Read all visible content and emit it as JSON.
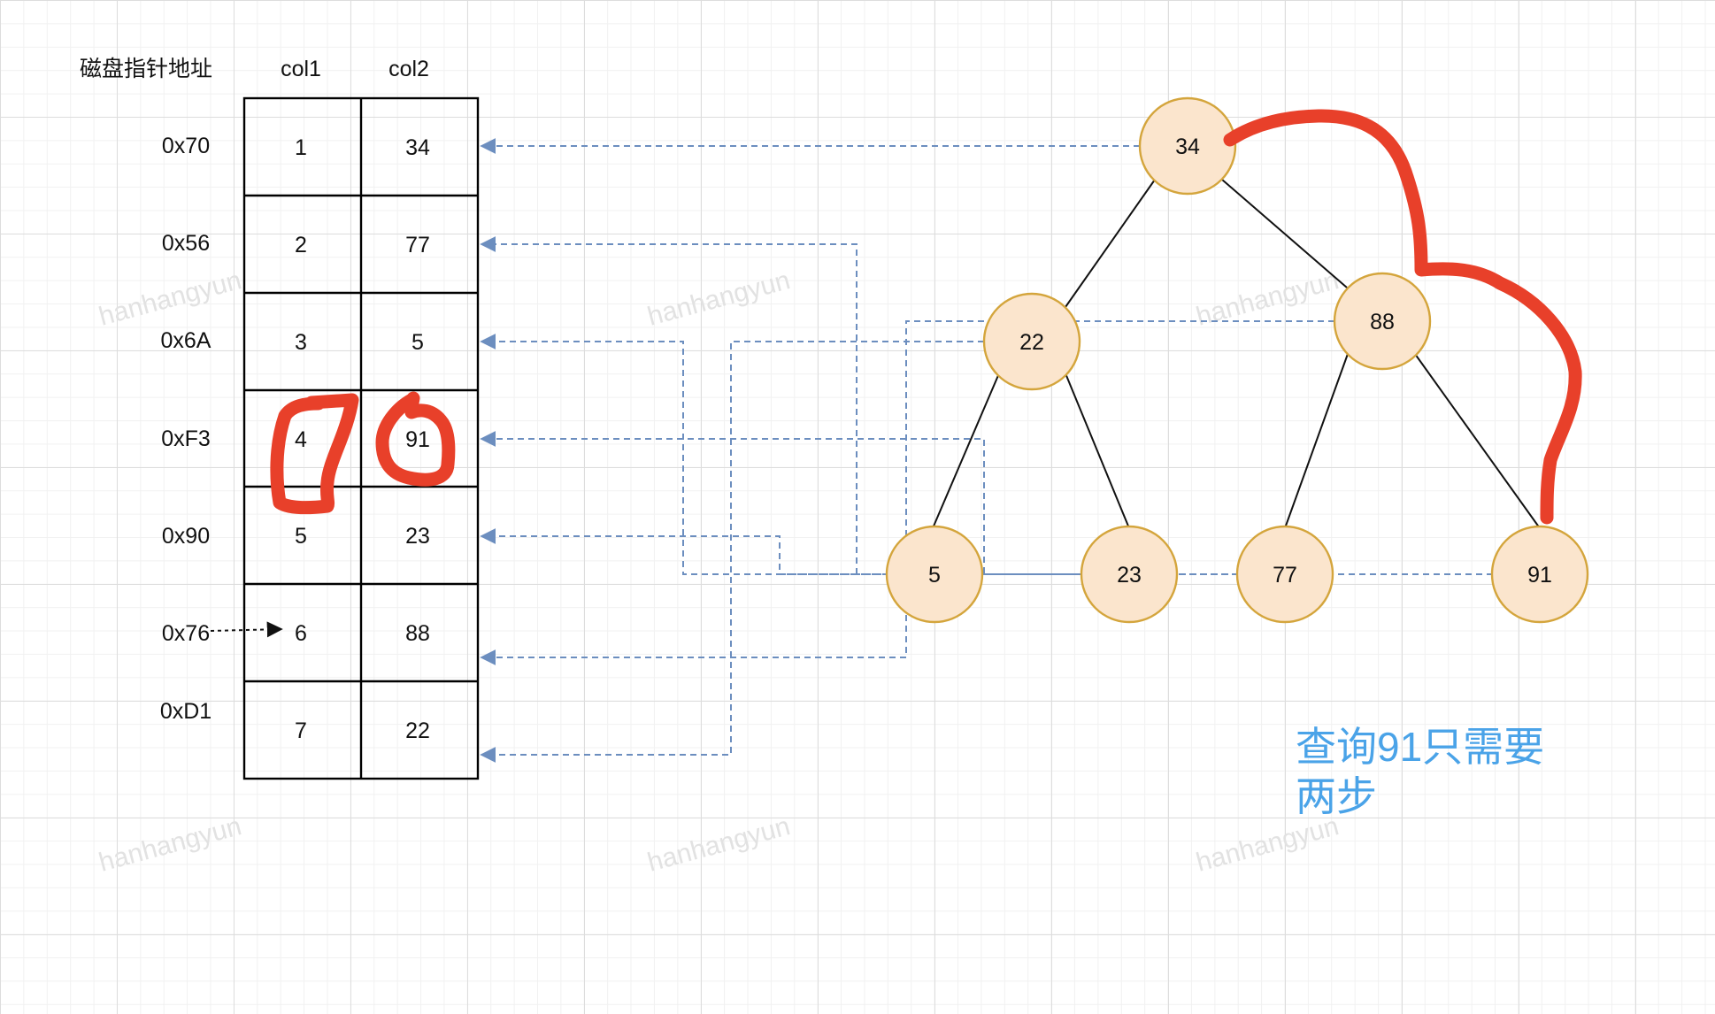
{
  "table": {
    "headers": {
      "address": "磁盘指针地址",
      "col1": "col1",
      "col2": "col2"
    },
    "rows": [
      {
        "address": "0x70",
        "col1": "1",
        "col2": "34"
      },
      {
        "address": "0x56",
        "col1": "2",
        "col2": "77"
      },
      {
        "address": "0x6A",
        "col1": "3",
        "col2": "5"
      },
      {
        "address": "0xF3",
        "col1": "4",
        "col2": "91"
      },
      {
        "address": "0x90",
        "col1": "5",
        "col2": "23"
      },
      {
        "address": "0x76",
        "col1": "6",
        "col2": "88"
      },
      {
        "address": "0xD1",
        "col1": "7",
        "col2": "22"
      }
    ]
  },
  "tree": {
    "nodes": [
      "34",
      "22",
      "88",
      "5",
      "23",
      "77",
      "91"
    ],
    "edges": [
      [
        "34",
        "22"
      ],
      [
        "34",
        "88"
      ],
      [
        "22",
        "5"
      ],
      [
        "22",
        "23"
      ],
      [
        "88",
        "77"
      ],
      [
        "88",
        "91"
      ]
    ]
  },
  "note": {
    "line1": "查询91只需要",
    "line2": "两步"
  },
  "watermark": "hanhangyun",
  "colors": {
    "node_fill": "#fbe5cd",
    "node_stroke": "#d4a53c",
    "pointer": "#6c8ebf",
    "highlight": "#e8402a",
    "note": "#4aa3e8"
  }
}
